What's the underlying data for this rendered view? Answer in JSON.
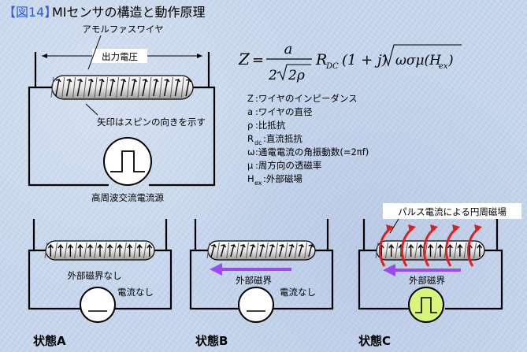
{
  "title": {
    "tag": "【図14】",
    "text": "MIセンサの構造と動作原理"
  },
  "top_circuit": {
    "wire_label": "アモルファスワイヤ",
    "voltage_label": "出力電圧",
    "arrow_note": "矢印はスピンの向きを示す",
    "source_label": "高周波交流電流源"
  },
  "formula": {
    "lhs": "Z",
    "numerator": "a",
    "denominator_prefix": "2",
    "denominator_root_inner": "2ρ",
    "rdc": "R",
    "rdc_sub": "DC",
    "factor": "(1 + j)",
    "root_term": "ωσμ(H",
    "root_term_sub": "ex",
    "root_term_end": ")"
  },
  "legend": [
    {
      "sym": "Z",
      "sub": "",
      "text": ":ワイヤのインピーダンス"
    },
    {
      "sym": "a",
      "sub": "",
      "text": ":ワイヤの直径"
    },
    {
      "sym": "ρ",
      "sub": "",
      "text": ":比抵抗"
    },
    {
      "sym": "R",
      "sub": "dc",
      "text": ":直流抵抗"
    },
    {
      "sym": "ω",
      "sub": "",
      "text": ":通電電流の角振動数(=2πf)"
    },
    {
      "sym": "μ",
      "sub": "",
      "text": ":周方向の透磁率"
    },
    {
      "sym": "H",
      "sub": "ex",
      "text": ":外部磁場"
    }
  ],
  "states": {
    "a": {
      "label": "状態A",
      "field_label": "外部磁界なし",
      "current_label": "電流なし"
    },
    "b": {
      "label": "状態B",
      "field_label": "外部磁界",
      "current_label": "電流なし"
    },
    "c": {
      "label": "状態C",
      "field_label": "外部磁界",
      "callout": "パルス電流による円周磁場"
    }
  },
  "colors": {
    "background": "#c6d6ec",
    "field_arrow": "#9b4bf0",
    "circumferential_field": "#e02020",
    "pulse_source_fill": "#d8f77a",
    "title_bracket": "#2a5bd7"
  }
}
